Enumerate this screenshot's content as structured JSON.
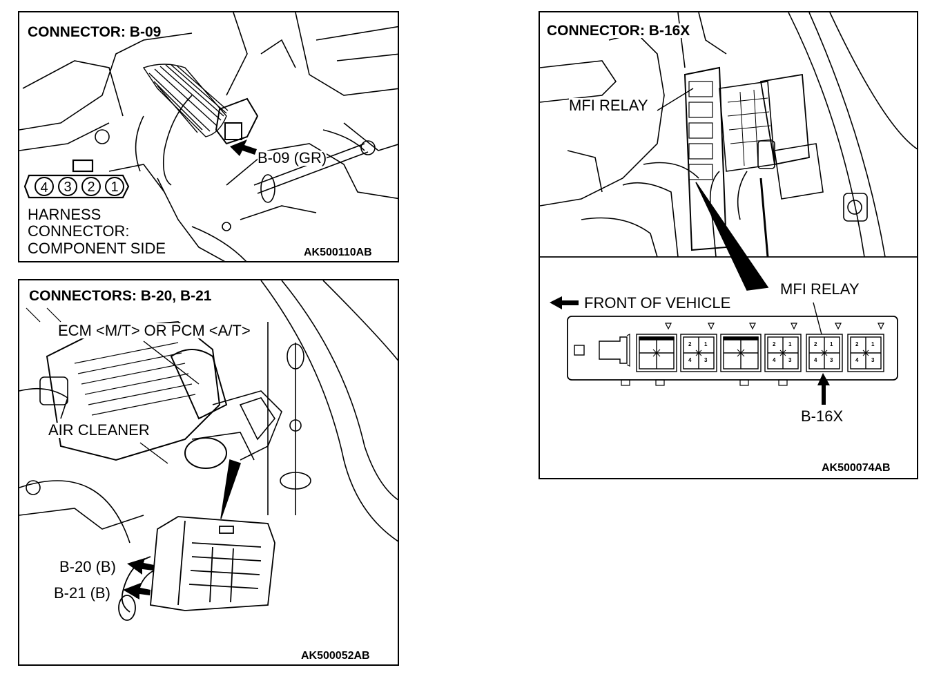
{
  "panel_b09": {
    "title": "CONNECTOR: B-09",
    "callout": "B-09 (GR)",
    "pins": [
      "4",
      "3",
      "2",
      "1"
    ],
    "harness_line1": "HARNESS",
    "harness_line2": "CONNECTOR:",
    "harness_line3": "COMPONENT SIDE",
    "code": "AK500110AB"
  },
  "panel_b20": {
    "title": "CONNECTORS: B-20, B-21",
    "ecm_label": "ECM <M/T> OR PCM <A/T>",
    "air_cleaner": "AIR CLEANER",
    "callout_b20": "B-20 (B)",
    "callout_b21": "B-21 (B)",
    "code": "AK500052AB"
  },
  "panel_b16": {
    "title": "CONNECTOR: B-16X",
    "mfi_relay_top": "MFI RELAY",
    "mfi_relay_detail": "MFI RELAY",
    "front_label": "FRONT OF VEHICLE",
    "callout": "B-16X",
    "relay_pins": [
      "2",
      "1",
      "4",
      "3"
    ],
    "code": "AK500074AB"
  }
}
